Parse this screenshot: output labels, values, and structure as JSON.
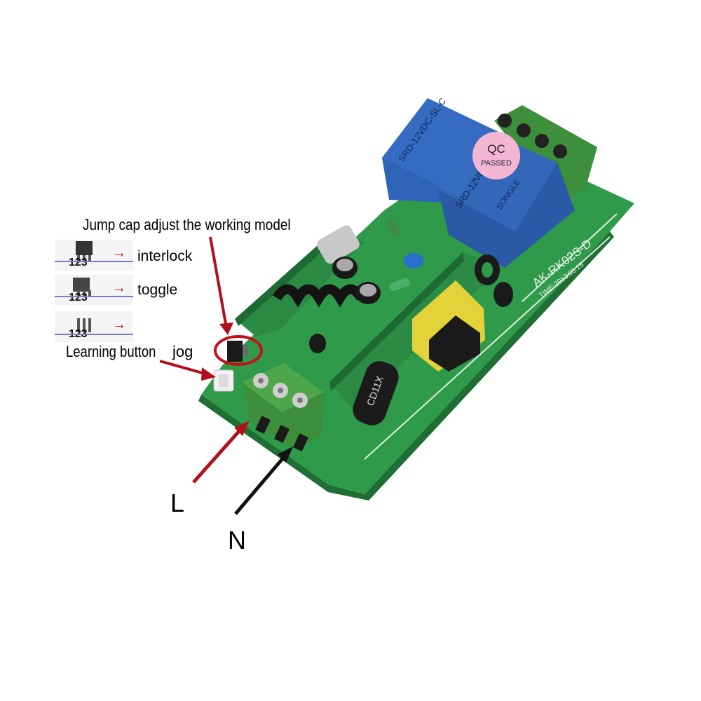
{
  "annotations": {
    "title": "Jump cap adjust the working model",
    "modes": [
      {
        "pins": "123",
        "label": "interlock"
      },
      {
        "pins": "123",
        "label": "toggle"
      },
      {
        "pins": "123",
        "label": ""
      }
    ],
    "learning_button": "Learning button",
    "jog": "jog",
    "terminal_l": "L",
    "terminal_n": "N"
  },
  "board": {
    "relay_text": "SRD-12VDC-SL-C",
    "relay_brand": "SONGLE",
    "qc_sticker": [
      "QC",
      "PASSED"
    ],
    "model": "AK-RK02S-D",
    "time_stamp": "TIME:2013.06.15",
    "capacitor_text": "CD11X"
  },
  "colors": {
    "pcb": "#2e9a4a",
    "relay": "#2f64b8",
    "terminal": "#3e8f3c",
    "red_arrow": "#c0141b"
  }
}
